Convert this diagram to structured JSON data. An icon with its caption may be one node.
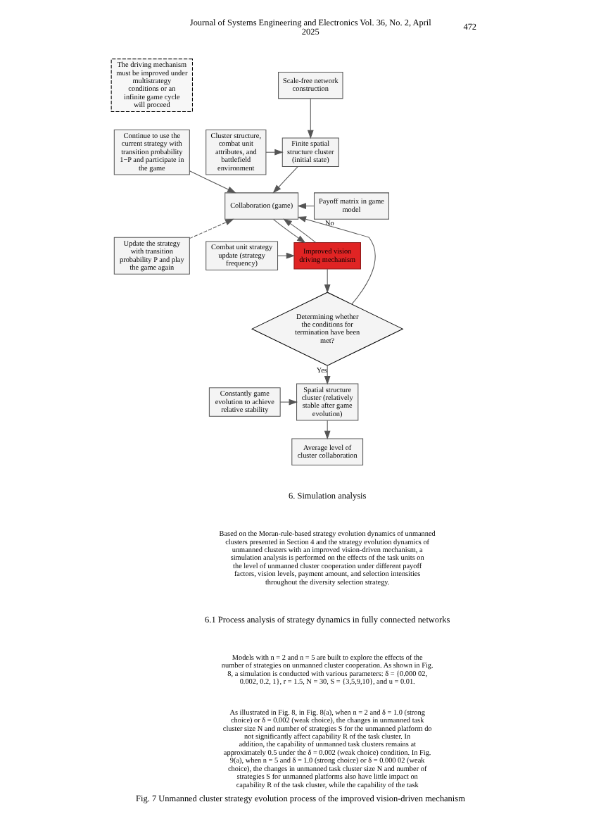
{
  "diagram": {
    "caption": "Fig. 7 Unmanned cluster strategy evolution process of the improved vision-driven mechanism",
    "nodes": [
      {
        "text": [
          "Scale-free network construction"
        ]
      },
      {
        "text": [
          "Finite spatial structure cluster (initial state)"
        ]
      },
      {
        "text": [
          "Cluster structure, combat unit attributes, and battlefield environment"
        ]
      },
      {
        "text": [
          "Collaboration (game)"
        ]
      },
      {
        "text": [
          "Payoff matrix in game model"
        ]
      },
      {
        "text": [
          "Update the strategy with transition probability P and play the game again"
        ]
      },
      {
        "text": [
          "The driving mechanism must be improved under multistrategy conditions or an infinite game cycle will proceed"
        ]
      },
      {
        "text": [
          "Continue to use the current strategy with transition probability 1−P and participate in the game"
        ]
      },
      {
        "text": [
          "Improved vision driving mechanism"
        ]
      },
      {
        "text": [
          "Combat unit strategy update (strategy frequency)"
        ]
      },
      {
        "text": [
          "Determining whether the conditions for termination have been met?"
        ]
      },
      {
        "text": [
          "Spatial structure cluster (relatively stable after game evolution)"
        ]
      },
      {
        "text": [
          "Constantly game evolution to achieve relative stability"
        ]
      },
      {
        "text": [
          "Average level of cluster collaboration"
        ]
      }
    ],
    "edges": [
      {
        "from": 0,
        "to": 1,
        "arrow": "to"
      },
      {
        "from": 2,
        "to": 1,
        "arrow": "to"
      },
      {
        "from": 1,
        "to": 3,
        "arrow": "to"
      },
      {
        "from": 4,
        "to": 3,
        "arrow": "to"
      },
      {
        "from": 3,
        "to": 8,
        "arrow": "to"
      },
      {
        "from": 9,
        "to": 8,
        "arrow": "to"
      },
      {
        "from": 8,
        "to": 3,
        "arrow": "to"
      },
      {
        "from": 5,
        "to": 3,
        "arrow": "to",
        "style": "dashed"
      },
      {
        "from": 7,
        "to": 3,
        "arrow": "to"
      },
      {
        "from": 8,
        "to": 10,
        "arrow": "to"
      },
      {
        "from": 10,
        "to": 3,
        "arrow": "to",
        "label": "No"
      },
      {
        "from": 10,
        "to": 11,
        "arrow": "to",
        "label": "Yes"
      },
      {
        "from": 12,
        "to": 11,
        "arrow": "to"
      },
      {
        "from": 11,
        "to": 13,
        "arrow": "to"
      }
    ],
    "labels": [
      "472",
      "Journal of Systems Engineering and Electronics Vol. 36, No. 2, April 2025",
      "6. Simulation analysis",
      "Based on the Moran-rule-based strategy evolution dynamics of unmanned clusters presented in Section 4 and the strategy evolution dynamics of unmanned clusters with an improved vision-driven mechanism, a simulation analysis is performed on the effects of the task units on the level of unmanned cluster cooperation under different payoff factors, vision levels, payment amount, and selection intensities throughout the diversity selection strategy.",
      "6.1 Process analysis of strategy dynamics in fully connected networks",
      "Models with n = 2 and n = 5 are built to explore the effects of the number of strategies on unmanned cluster cooperation. As shown in Fig. 8, a simulation is conducted with various parameters: δ = {0.000 02, 0.002, 0.2, 1}, r = 1.5, N = 30, S = {3,5,9,10}, and u = 0.01.",
      "As illustrated in Fig. 8, in Fig. 8(a), when n = 2 and δ = 1.0 (strong choice) or δ = 0.002 (weak choice), the changes in unmanned task cluster size N and number of strategies S for the unmanned platform do not significantly affect capability R of the task cluster. In addition, the capability of unmanned task clusters remains at approximately 0.5 under the δ = 0.002 (weak choice) condition. In Fig. 9(a), when n = 5 and δ = 1.0 (strong choice) or δ = 0.000 02 (weak choice), the changes in unmanned task cluster size N and number of strategies S for unmanned platforms also have little impact on capability R of the task cluster, while the capability of the task"
    ]
  }
}
